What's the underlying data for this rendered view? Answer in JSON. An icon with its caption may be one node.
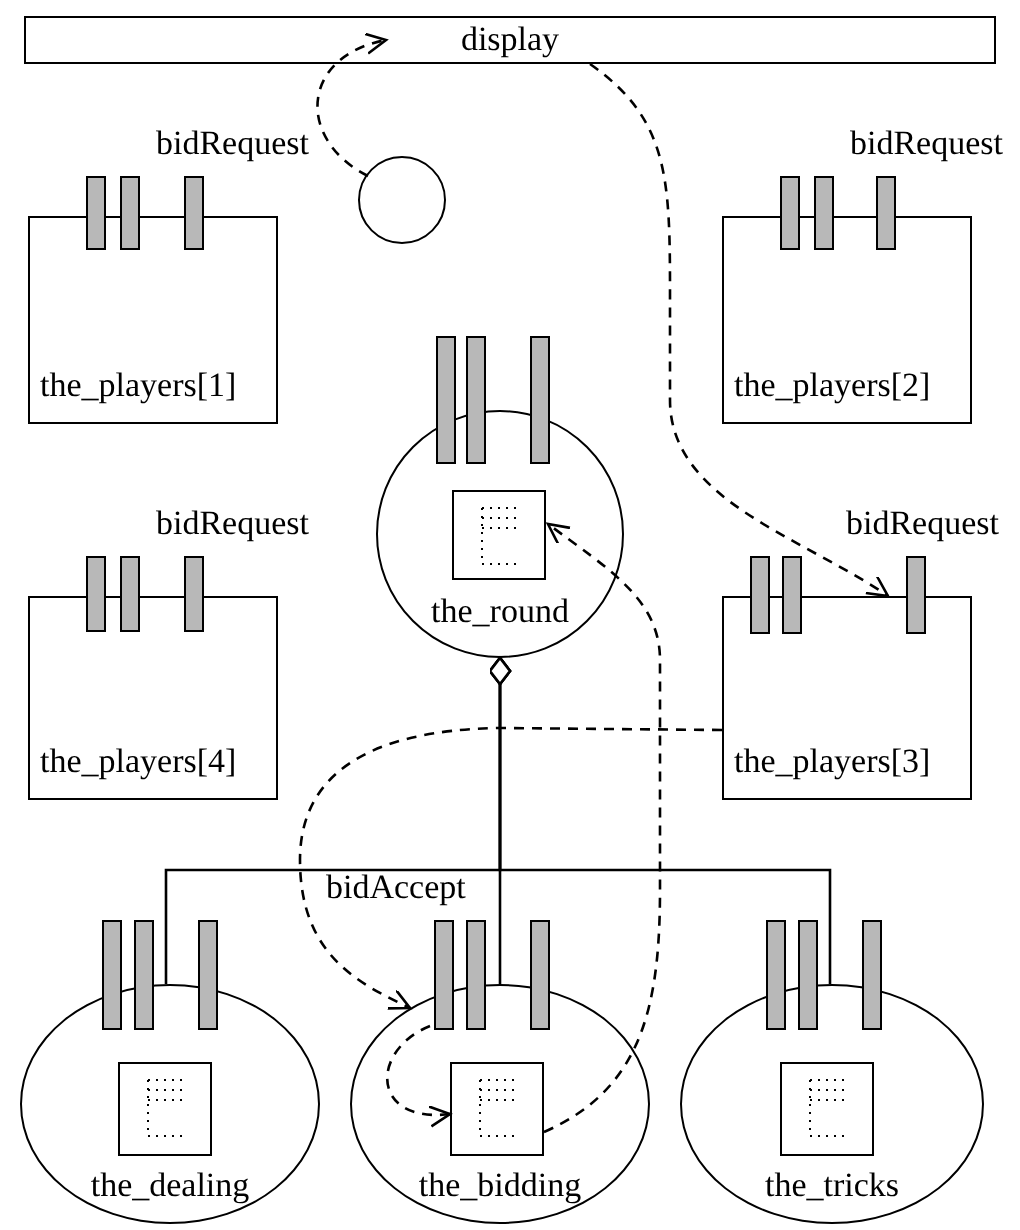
{
  "diagram": {
    "nodes": [
      {
        "text": [
          "display"
        ]
      },
      {
        "text": [],
        "shape": "circle"
      },
      {
        "text": [
          "the_players[1]"
        ],
        "beside": [
          "bidRequest"
        ]
      },
      {
        "text": [
          "the_players[2]"
        ],
        "beside": [
          "bidRequest"
        ]
      },
      {
        "text": [
          "the_round"
        ]
      },
      {
        "text": [],
        "shape": "box",
        "in": 4
      },
      {
        "text": [
          "the_players[4]"
        ],
        "beside": [
          "bidRequest"
        ]
      },
      {
        "text": [
          "the_players[3]"
        ],
        "beside": [
          "bidRequest"
        ]
      },
      {
        "text": [
          "the_dealing"
        ]
      },
      {
        "text": [],
        "shape": "box",
        "in": 8
      },
      {
        "text": [
          "the_bidding"
        ],
        "beside": [
          "bidAccept"
        ]
      },
      {
        "text": [],
        "shape": "box",
        "in": 10
      },
      {
        "text": [
          "the_tricks"
        ]
      },
      {
        "text": [],
        "shape": "box",
        "in": 12
      }
    ],
    "edges": [
      {
        "from": 1,
        "to": 0,
        "arrow": "to",
        "style": "dashed"
      },
      {
        "from": 0,
        "to": 7,
        "arrow": "to",
        "style": "dashed"
      },
      {
        "from": 7,
        "to": 10,
        "arrow": "to",
        "style": "dashed"
      },
      {
        "from": 10,
        "to": 11,
        "arrow": "to",
        "style": "dashed"
      },
      {
        "from": 11,
        "to": 5,
        "arrow": "to",
        "style": "dashed"
      },
      {
        "from": 4,
        "to": 8,
        "arrow": "other"
      },
      {
        "from": 4,
        "to": 10,
        "arrow": "other"
      },
      {
        "from": 4,
        "to": 12,
        "arrow": "other"
      }
    ]
  }
}
